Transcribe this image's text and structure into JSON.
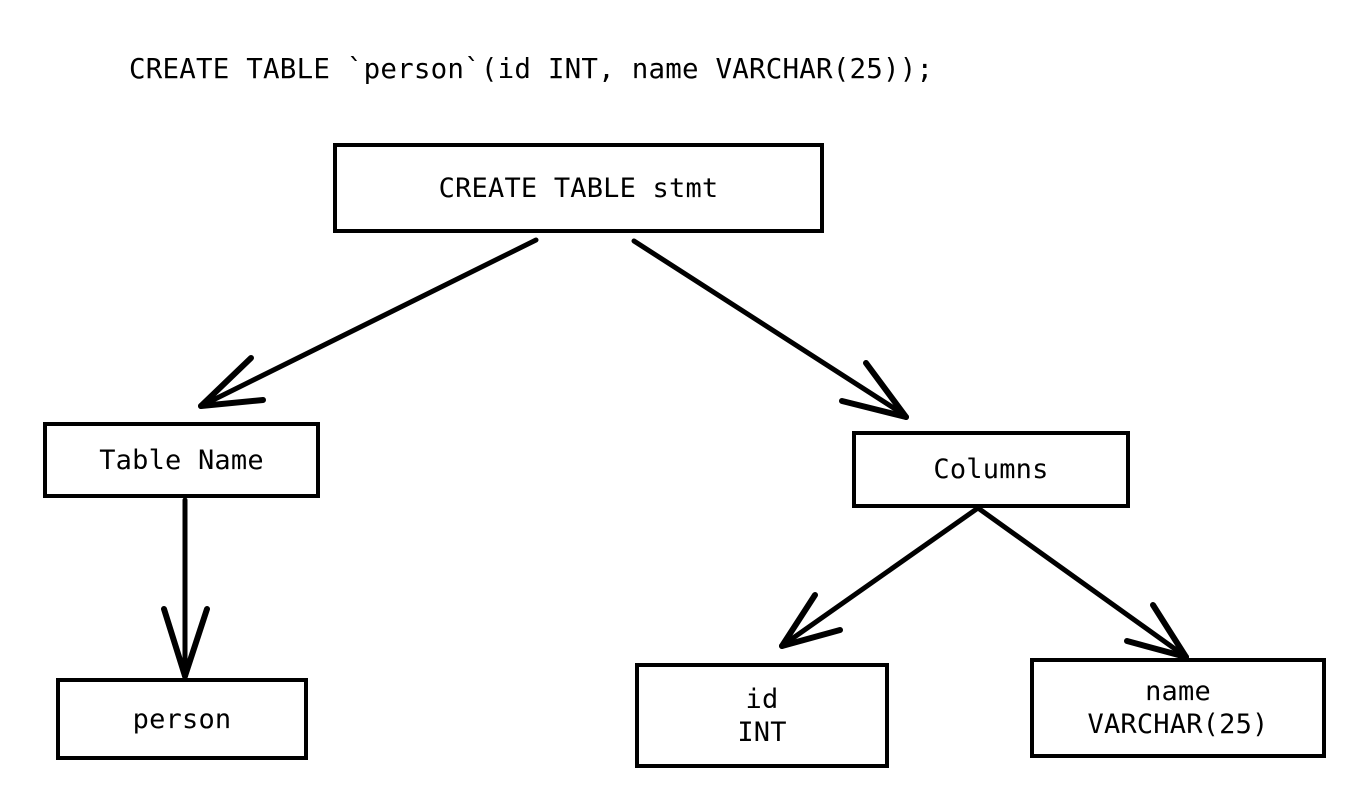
{
  "diagram": {
    "title": "CREATE TABLE `person`(id INT, name VARCHAR(25));",
    "kind": "parse-tree",
    "background_color": "#ffffff",
    "stroke_color": "#000000",
    "text_color": "#000000",
    "nodes": [
      {
        "id": "root",
        "label": "CREATE TABLE stmt",
        "lines": [
          "CREATE TABLE stmt"
        ]
      },
      {
        "id": "tablename",
        "label": "Table Name",
        "lines": [
          "Table Name"
        ]
      },
      {
        "id": "columns",
        "label": "Columns",
        "lines": [
          "Columns"
        ]
      },
      {
        "id": "person",
        "label": "person",
        "lines": [
          "person"
        ]
      },
      {
        "id": "col_id",
        "label": "id INT",
        "lines": [
          "id",
          "INT"
        ]
      },
      {
        "id": "col_name",
        "label": "name VARCHAR(25)",
        "lines": [
          "name",
          "VARCHAR(25)"
        ]
      }
    ],
    "edges": [
      {
        "from": "root",
        "to": "tablename",
        "arrow": "open-v"
      },
      {
        "from": "root",
        "to": "columns",
        "arrow": "open-v"
      },
      {
        "from": "tablename",
        "to": "person",
        "arrow": "open-v"
      },
      {
        "from": "columns",
        "to": "col_id",
        "arrow": "open-v"
      },
      {
        "from": "columns",
        "to": "col_name",
        "arrow": "open-v"
      }
    ]
  }
}
